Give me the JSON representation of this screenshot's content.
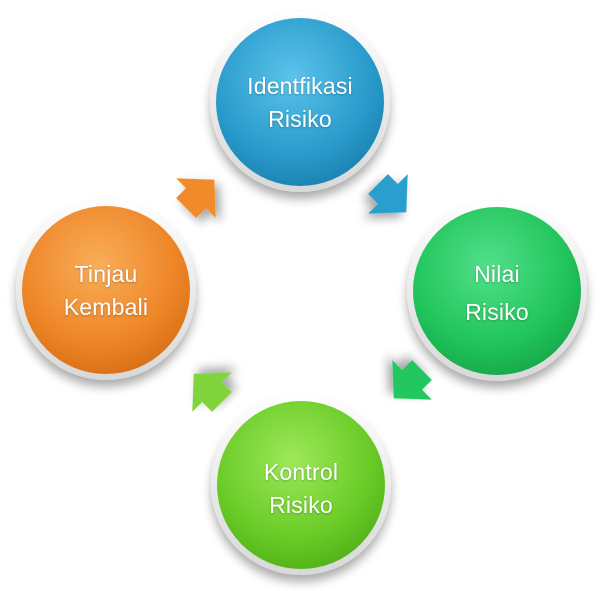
{
  "nodes": [
    {
      "id": "identifikasi",
      "line1": "Identfikasi",
      "line2": "Risiko",
      "color": "#2c9fcf"
    },
    {
      "id": "nilai",
      "line1": "Nilai",
      "line2": "Risiko",
      "color": "#22c85e"
    },
    {
      "id": "kontrol",
      "line1": "Kontrol",
      "line2": "Risiko",
      "color": "#6ed12a"
    },
    {
      "id": "tinjau",
      "line1": "Tinjau",
      "line2": "Kembali",
      "color": "#f08a2a"
    }
  ],
  "arrows": [
    {
      "from": "identifikasi",
      "to": "nilai",
      "color": "#2c9fcf"
    },
    {
      "from": "nilai",
      "to": "kontrol",
      "color": "#22c85e"
    },
    {
      "from": "kontrol",
      "to": "tinjau",
      "color": "#7fd53a"
    },
    {
      "from": "tinjau",
      "to": "identifikasi",
      "color": "#f08a2a"
    }
  ]
}
